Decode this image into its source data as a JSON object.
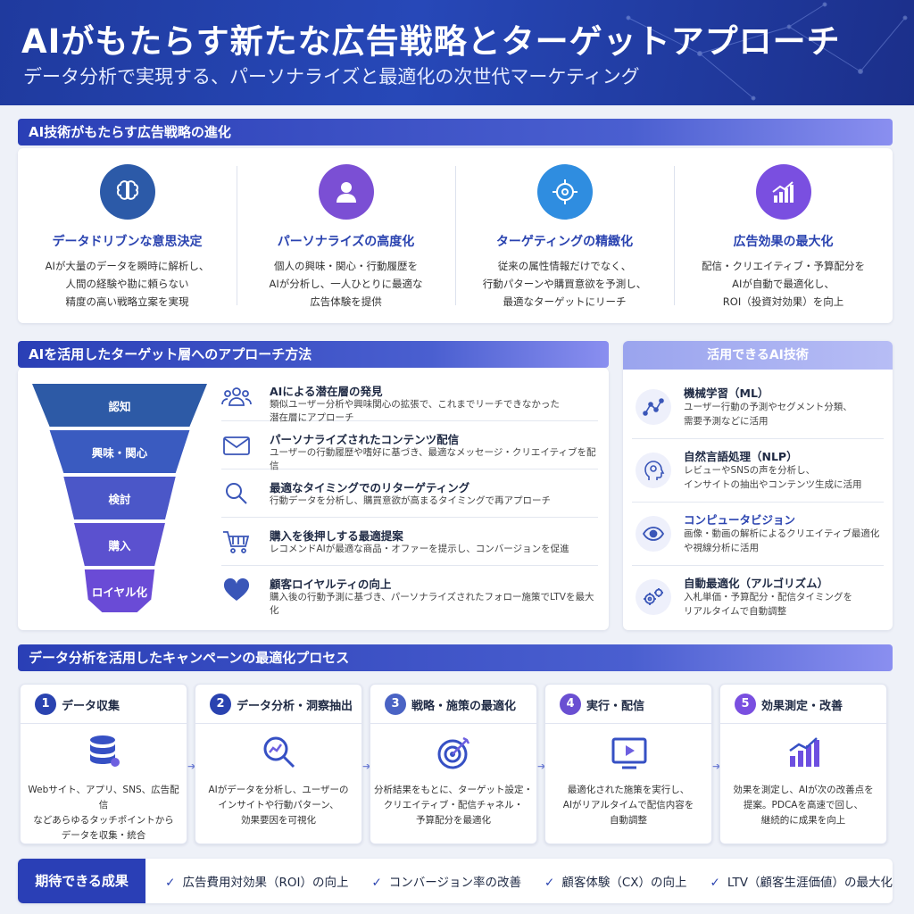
{
  "header": {
    "title": "AIがもたらす新たな広告戦略とターゲットアプローチ",
    "subtitle": "データ分析で実現する、パーソナライズと最適化の次世代マーケティング"
  },
  "evolution": {
    "heading": "AI技術がもたらす広告戦略の進化",
    "items": [
      {
        "icon": "brain-icon",
        "color": "#2c5aa8",
        "title": "データドリブンな意思決定",
        "text": "AIが大量のデータを瞬時に解析し、\n人間の経験や勘に頼らない\n精度の高い戦略立案を実現"
      },
      {
        "icon": "user-icon",
        "color": "#7b4fd4",
        "title": "パーソナライズの高度化",
        "text": "個人の興味・関心・行動履歴を\nAIが分析し、一人ひとりに最適な\n広告体験を提供"
      },
      {
        "icon": "crosshair-icon",
        "color": "#2f8de0",
        "title": "ターゲティングの精緻化",
        "text": "従来の属性情報だけでなく、\n行動パターンや購買意欲を予測し、\n最適なターゲットにリーチ"
      },
      {
        "icon": "growth-chart-icon",
        "color": "#7a4fe0",
        "title": "広告効果の最大化",
        "text": "配信・クリエイティブ・予算配分を\nAIが自動で最適化し、\nROI（投資対効果）を向上"
      }
    ]
  },
  "approach": {
    "heading": "AIを活用したターゲット層へのアプローチ方法",
    "funnel": [
      {
        "label": "認知",
        "color": "#2d5aa6"
      },
      {
        "label": "興味・関心",
        "color": "#3a5bc0"
      },
      {
        "label": "検討",
        "color": "#4b57c8"
      },
      {
        "label": "購入",
        "color": "#5b51cf"
      },
      {
        "label": "ロイヤル化",
        "color": "#6a4bd6"
      }
    ],
    "items": [
      {
        "icon": "people-icon",
        "title": "AIによる潜在層の発見",
        "text": "類似ユーザー分析や興味関心の拡張で、これまでリーチできなかった\n潜在層にアプローチ"
      },
      {
        "icon": "mail-icon",
        "title": "パーソナライズされたコンテンツ配信",
        "text": "ユーザーの行動履歴や嗜好に基づき、最適なメッセージ・クリエイティブを配信"
      },
      {
        "icon": "search-icon",
        "title": "最適なタイミングでのリターゲティング",
        "text": "行動データを分析し、購買意欲が高まるタイミングで再アプローチ"
      },
      {
        "icon": "cart-icon",
        "title": "購入を後押しする最適提案",
        "text": "レコメンドAIが最適な商品・オファーを提示し、コンバージョンを促進"
      },
      {
        "icon": "heart-icon",
        "title": "顧客ロイヤルティの向上",
        "text": "購入後の行動予測に基づき、パーソナライズされたフォロー施策でLTVを最大化"
      }
    ]
  },
  "tech": {
    "heading": "活用できるAI技術",
    "items": [
      {
        "icon": "network-icon",
        "name": "機械学習（ML）",
        "nameColor": "#1f2a44",
        "desc": "ユーザー行動の予測やセグメント分類、\n需要予測などに活用"
      },
      {
        "icon": "head-gear-icon",
        "name": "自然言語処理（NLP）",
        "nameColor": "#1f2a44",
        "desc": "レビューやSNSの声を分析し、\nインサイトの抽出やコンテンツ生成に活用"
      },
      {
        "icon": "eye-icon",
        "name": "コンピュータビジョン",
        "nameColor": "#2a43b0",
        "desc": "画像・動画の解析によるクリエイティブ最適化\nや視線分析に活用"
      },
      {
        "icon": "gears-icon",
        "name": "自動最適化（アルゴリズム）",
        "nameColor": "#1f2a44",
        "desc": "入札単価・予算配分・配信タイミングを\nリアルタイムで自動調整"
      }
    ]
  },
  "process": {
    "heading": "データ分析を活用したキャンペーンの最適化プロセス",
    "steps": [
      {
        "num": "1",
        "color": "#2a43b0",
        "title": "データ収集",
        "icon": "database-icon",
        "text": "Webサイト、アプリ、SNS、広告配信\nなどあらゆるタッチポイントから\nデータを収集・統合"
      },
      {
        "num": "2",
        "color": "#2a43b0",
        "title": "データ分析・洞察抽出",
        "icon": "magnify-chart-icon",
        "text": "AIがデータを分析し、ユーザーの\nインサイトや行動パターン、\n効果要因を可視化"
      },
      {
        "num": "3",
        "color": "#4a63c4",
        "title": "戦略・施策の最適化",
        "icon": "target-icon",
        "text": "分析結果をもとに、ターゲット設定・\nクリエイティブ・配信チャネル・\n予算配分を最適化"
      },
      {
        "num": "4",
        "color": "#6a4fd2",
        "title": "実行・配信",
        "icon": "play-screen-icon",
        "text": "最適化された施策を実行し、\nAIがリアルタイムで配信内容を\n自動調整"
      },
      {
        "num": "5",
        "color": "#7a4fe0",
        "title": "効果測定・改善",
        "icon": "bar-chart-icon",
        "text": "効果を測定し、AIが次の改善点を\n提案。PDCAを高速で回し、\n継続的に成果を向上"
      }
    ]
  },
  "results": {
    "label": "期待できる成果",
    "items": [
      "広告費用対効果（ROI）の向上",
      "コンバージョン率の改善",
      "顧客体験（CX）の向上",
      "LTV（顧客生涯価値）の最大化"
    ]
  }
}
